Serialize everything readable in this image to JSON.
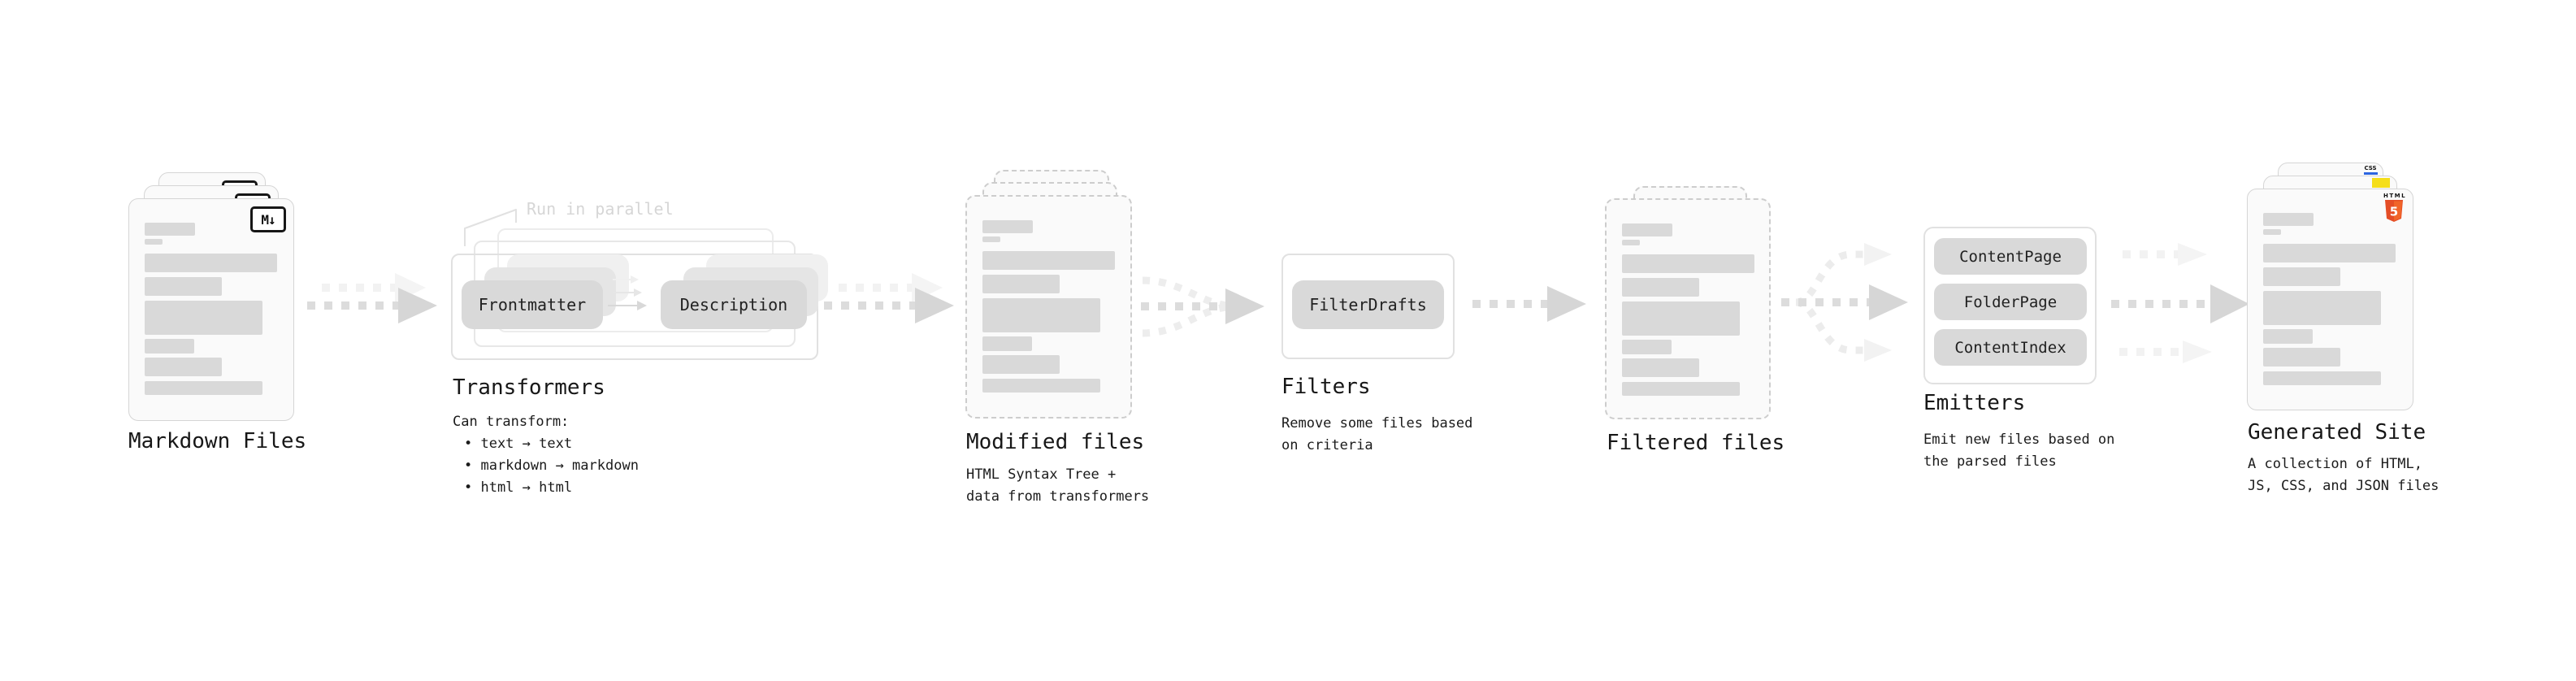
{
  "markdown_files": {
    "label": "Markdown Files",
    "badge": "M↓"
  },
  "transformers": {
    "label": "Transformers",
    "annotation": "Run in parallel",
    "pill_left": "Frontmatter",
    "pill_right": "Description",
    "desc": [
      "Can transform:",
      "• text → text",
      "• markdown → markdown",
      "• html → html"
    ]
  },
  "modified_files": {
    "label": "Modified files",
    "desc": [
      "HTML Syntax Tree +",
      "data from transformers"
    ]
  },
  "filters": {
    "label": "Filters",
    "pill": "FilterDrafts",
    "desc": [
      "Remove some files based",
      "on criteria"
    ]
  },
  "filtered_files": {
    "label": "Filtered files"
  },
  "emitters": {
    "label": "Emitters",
    "pills": [
      "ContentPage",
      "FolderPage",
      "ContentIndex"
    ],
    "desc": [
      "Emit new files based on",
      "the parsed files"
    ]
  },
  "generated_site": {
    "label": "Generated Site",
    "badge_css": "CSS",
    "badge_html_word": "HTML",
    "badge_html_number": "5",
    "desc": [
      "A collection of HTML,",
      "JS, CSS, and JSON files"
    ]
  },
  "colors": {
    "html5_orange": "#e44d26",
    "html5_orange_light": "#f16529",
    "js_yellow": "#f5de19",
    "css_blue": "#2d65e0",
    "pill_gray": "#d9d9d9",
    "card_gray": "#fafafa",
    "arrow_gray": "#dcdcdc",
    "annotation_gray": "#d6d6d6",
    "text_dark": "#1b1b1b"
  }
}
